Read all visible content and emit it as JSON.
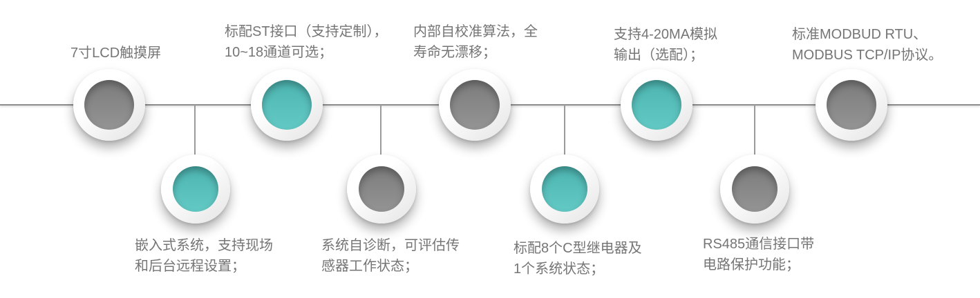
{
  "diagram": {
    "type": "horizontal-feature-timeline",
    "background": "#ffffff",
    "axis_color": "#8c8c8c",
    "connector_color": "#9a9a9a",
    "label_text_color": "#757575",
    "node_colors": {
      "teal": "#5ac3bf",
      "gray": "#8a8a8a",
      "ring": "#f2f2f2"
    },
    "nodes": [
      {
        "name": "lcd-screen",
        "row": "top",
        "color": "gray",
        "label": "7寸LCD触摸屏"
      },
      {
        "name": "embedded-system",
        "row": "bottom",
        "color": "teal",
        "label": "嵌入式系统，支持现场\n和后台远程设置；"
      },
      {
        "name": "st-interface",
        "row": "top",
        "color": "teal",
        "label": "标配ST接口（支持定制），\n10~18通道可选；"
      },
      {
        "name": "self-diagnosis",
        "row": "bottom",
        "color": "gray",
        "label": "系统自诊断，可评估传\n感器工作状态；"
      },
      {
        "name": "self-calibration",
        "row": "top",
        "color": "gray",
        "label": "内部自校准算法，全\n寿命无漂移；"
      },
      {
        "name": "relays",
        "row": "bottom",
        "color": "teal",
        "label": "标配8个C型继电器及\n1个系统状态；"
      },
      {
        "name": "analog-output",
        "row": "top",
        "color": "teal",
        "label": "支持4-20MA模拟\n输出（选配）；"
      },
      {
        "name": "rs485-port",
        "row": "bottom",
        "color": "gray",
        "label": "RS485通信接口带\n电路保护功能；"
      },
      {
        "name": "modbus-protocol",
        "row": "top",
        "color": "gray",
        "label": "标准MODBUD RTU、\nMODBUS TCP/IP协议。"
      }
    ]
  }
}
